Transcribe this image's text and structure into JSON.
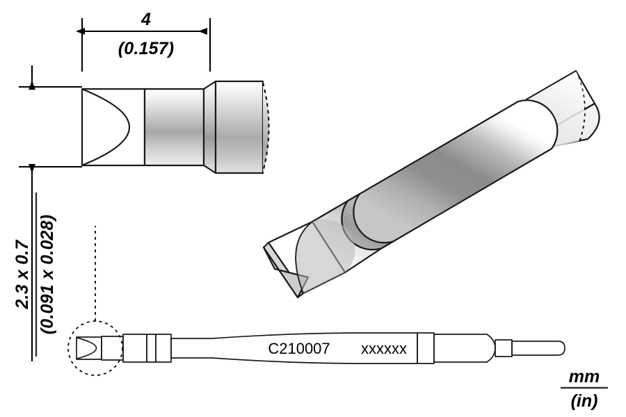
{
  "drawing": {
    "title": "C210007 soldering tip cartridge technical drawing",
    "part_number": "C210007",
    "part_suffix": "xxxxxx",
    "units_numerator": "mm",
    "units_denominator": "(in)",
    "background_color": "#ffffff",
    "line_color": "#1a1a1a"
  },
  "dimensions": {
    "width": {
      "label": "width-dimension",
      "value_mm": "4",
      "value_in": "(0.157)"
    },
    "tip": {
      "label": "tip-dimension",
      "value_mm": "2.3 x 0.7",
      "value_in": "(0.091 x 0.028)"
    }
  },
  "views": {
    "detail_view": {
      "name": "detail-side-view",
      "description": "Enlarged chisel tip side profile"
    },
    "iso_view": {
      "name": "isometric-view",
      "description": "3D isometric of chisel tip cartridge"
    },
    "full_view": {
      "name": "full-cartridge-view",
      "description": "Full length cartridge silhouette with part marking"
    },
    "detail_circle": {
      "name": "detail-circle",
      "description": "Dashed circle marking the enlarged detail region"
    }
  },
  "palette": {
    "metal_light": "#f2f2f2",
    "metal_mid": "#b9b9b9",
    "metal_dark": "#7d7d7d",
    "band_dark": "#6f6f6f",
    "white_face": "#ffffff"
  }
}
